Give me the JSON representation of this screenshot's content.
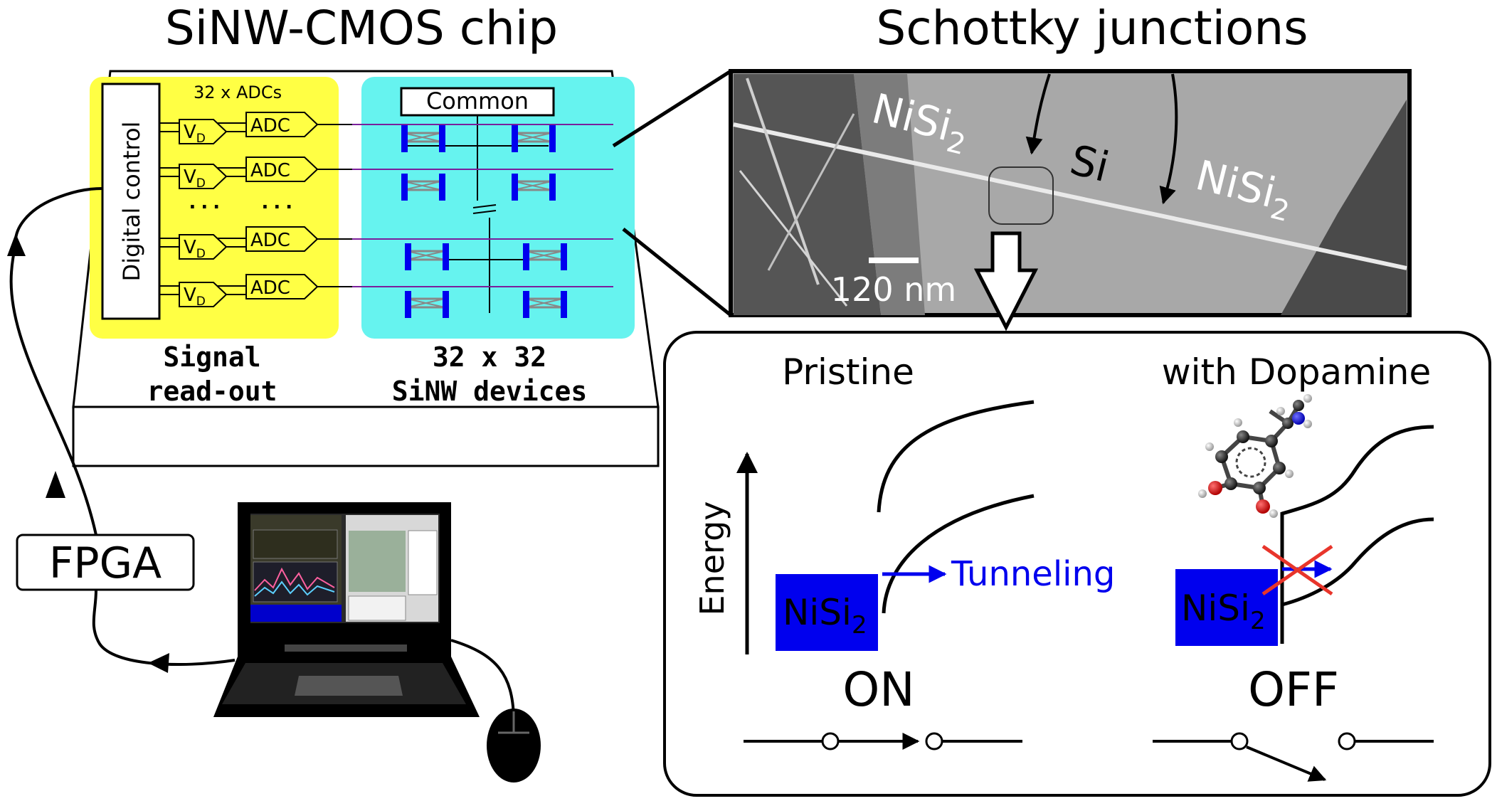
{
  "titles": {
    "chip": "SiNW-CMOS chip",
    "junctions": "Schottky junctions"
  },
  "chip": {
    "adc_count": "32 x ADCs",
    "digital_control": "Digital control",
    "adc": "ADC",
    "vd_v": "V",
    "vd_sub": "D",
    "dots": "...",
    "common": "Common",
    "signal_line1": "Signal",
    "signal_line2": "read-out",
    "devices_line1": "32 x 32",
    "devices_line2": "SiNW devices"
  },
  "micrograph": {
    "nisi_base": "NiSi",
    "nisi_sub": "2",
    "si": "Si",
    "scale": "120 nm"
  },
  "bands": {
    "pristine": "Pristine",
    "dopamine": "with Dopamine",
    "energy": "Energy",
    "tunneling": "Tunneling",
    "on": "ON",
    "off": "OFF"
  },
  "fpga": "FPGA",
  "colors": {
    "readout_bg": "#ffff44",
    "devices_bg": "#66f3ef",
    "metal": "#0000ee",
    "wire": "#7a1f9c",
    "cross": "#e8352b"
  }
}
